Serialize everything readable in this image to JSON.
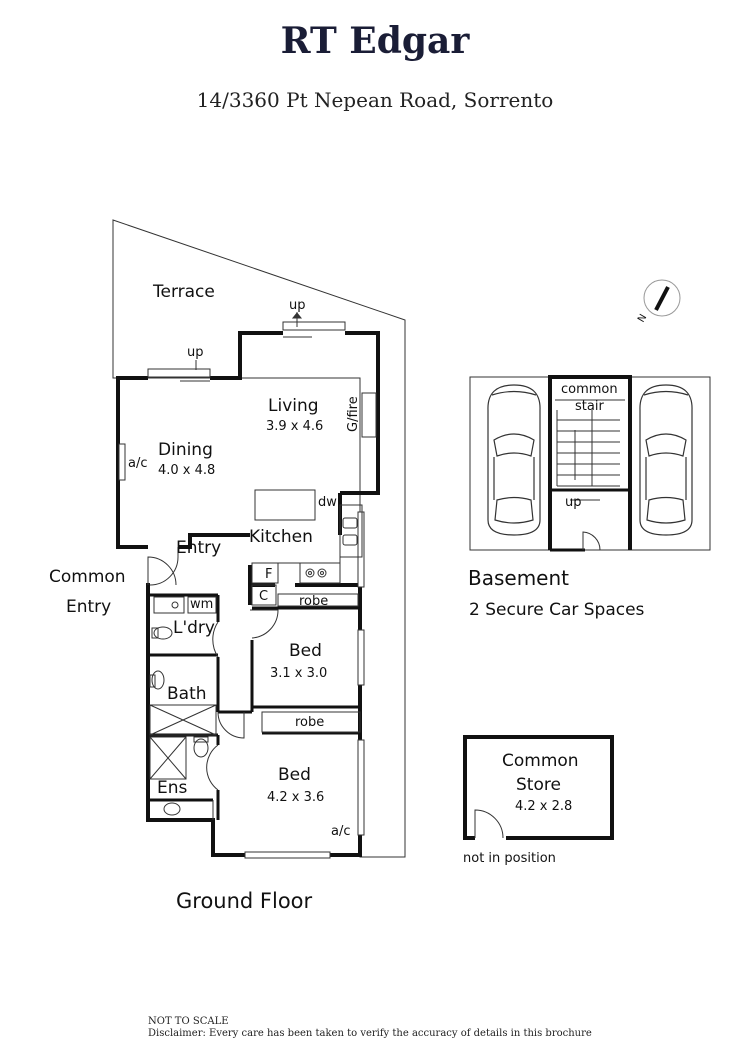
{
  "brand": "RT Edgar",
  "address": "14/3360 Pt Nepean Road, Sorrento",
  "ground_floor": {
    "heading": "Ground Floor",
    "rooms": {
      "terrace": "Terrace",
      "up_top": "up",
      "up_left": "up",
      "living": "Living",
      "living_dim": "3.9 x 4.6",
      "gfire": "G/fire",
      "dining": "Dining",
      "dining_dim": "4.0 x 4.8",
      "ac_dining": "a/c",
      "dw": "dw",
      "kitchen": "Kitchen",
      "entry": "Entry",
      "common_entry_1": "Common",
      "common_entry_2": "Entry",
      "fridge": "F",
      "cupboard": "C",
      "robe1": "robe",
      "wm": "wm",
      "laundry": "L'dry",
      "bed1": "Bed",
      "bed1_dim": "3.1 x 3.0",
      "bath": "Bath",
      "robe2": "robe",
      "bed2": "Bed",
      "bed2_dim": "4.2 x 3.6",
      "ens": "Ens",
      "ac_bed": "a/c"
    }
  },
  "basement": {
    "common_stair_1": "common",
    "common_stair_2": "stair",
    "up": "up",
    "title": "Basement",
    "subtitle": "2 Secure Car Spaces"
  },
  "common_store": {
    "title_1": "Common",
    "title_2": "Store",
    "dim": "4.2 x 2.8",
    "note": "not in position"
  },
  "compass_label": "N",
  "footer": {
    "not_to_scale": "NOT TO SCALE",
    "disclaimer": "Disclaimer: Every care has been taken to verify the accuracy of details in this brochure"
  }
}
